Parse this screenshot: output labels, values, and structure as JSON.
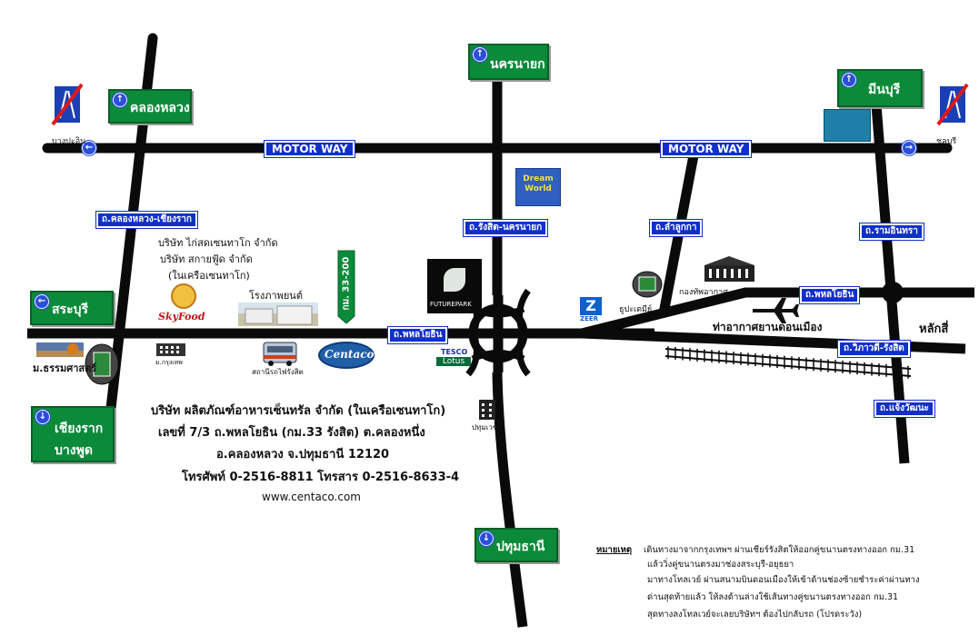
{
  "signs": {
    "nakhon_nayok": "นครนายก",
    "khlong_luang": "คลองหลวง",
    "min_buri": "มีนบุรี",
    "saraburi": "สระบุรี",
    "chiang_rak": "เชียงราก",
    "bang_phun": "บางพูด",
    "pathum_thani": "ปทุมธานี"
  },
  "road_labels": {
    "motorway_left": "MOTOR WAY",
    "motorway_right": "MOTOR WAY",
    "khlong_luang_chiang_rak": "ถ.คลองหลวง-เชียงราก",
    "rangsit_nakhon_nayok": "ถ.รังสิต-นครนายก",
    "lam_luk_ka": "ถ.ลำลูกกา",
    "ram_intra": "ถ.รามอินทรา",
    "phahon_yothin_right": "ถ.พหลโยธิน",
    "phahon_yothin_center": "ถ.พหลโยธิน",
    "vibhavadi_rangsit": "ถ.วิภาวดี-รังสิต",
    "chaeng_watthana": "ถ.แจ้งวัฒนะ",
    "km_marker": "กม. 33-200"
  },
  "place_labels": {
    "bang_pa_in": "บางปะอิน",
    "chon_buri": "ชลบุรี",
    "thammasat": "ม.ธรรมศาสตร์",
    "krungthep_univ": "ม.กรุงเทพ",
    "station": "สถานีรถไฟรังสิต",
    "cinema": "โรงภาพยนต์",
    "pathum_wet": "ปทุมเวช",
    "post_office": "ธูปะเตมีย์",
    "air_force": "กองทัพอากาศ",
    "don_mueang": "ท่าอากาศยานดอนเมือง",
    "lak_si": "หลักสี่",
    "skyfood": "SkyFood",
    "centaco_logo": "Centaco",
    "future_park": "FUTUREPARK",
    "tesco": "TESCO",
    "lotus": "Lotus",
    "dream_world": "Dream World",
    "zeer": "ZEER"
  },
  "companies": {
    "line1": "บริษัท ไก่สดเซนทาโก จำกัด",
    "line2": "บริษัท สกายฟู้ด จำกัด",
    "line3": "(ในเครือเซนทาโก)"
  },
  "address": {
    "line1": "บริษัท ผลิตภัณฑ์อาหารเซ็นทรัล จำกัด (ในเครือเซนทาโก)",
    "line2": "เลขที่ 7/3 ถ.พหลโยธิน (กม.33 รังสิต) ต.คลองหนึ่ง",
    "line3": "อ.คลองหลวง  จ.ปทุมธานี  12120",
    "line4": "โทรศัพท์ 0-2516-8811  โทรสาร 0-2516-8633-4",
    "website": "www.centaco.com"
  },
  "note": {
    "title": "หมายเหตุ",
    "line1": "เดินทางมาจากกรุงเทพฯ ผ่านเชียร์รังสิตให้ออกคู่ขนานตรงทางออก กม.31",
    "line2": "แล้ววิ่งคู่ขนานตรงมาช่องสระบุรี-อยุธยา",
    "line3": "มาทางโทลเวย์ ผ่านสนามบินดอนเมืองให้เข้าด้านช่องซ้ายชำระค่าผ่านทาง",
    "line4": "ด่านสุดท้ายแล้ว ให้ลงด้านล่างใช้เส้นทางคู่ขนานตรงทางออก กม.31",
    "line5": "สุดทางลงโทลเวย์จะเลยบริษัทฯ ต้องไปกลับรถ (โปรดระวัง)"
  },
  "colors": {
    "road": "#0a0a0a",
    "sign_green": "#0b8a3a",
    "sign_blue": "#1030c8"
  }
}
